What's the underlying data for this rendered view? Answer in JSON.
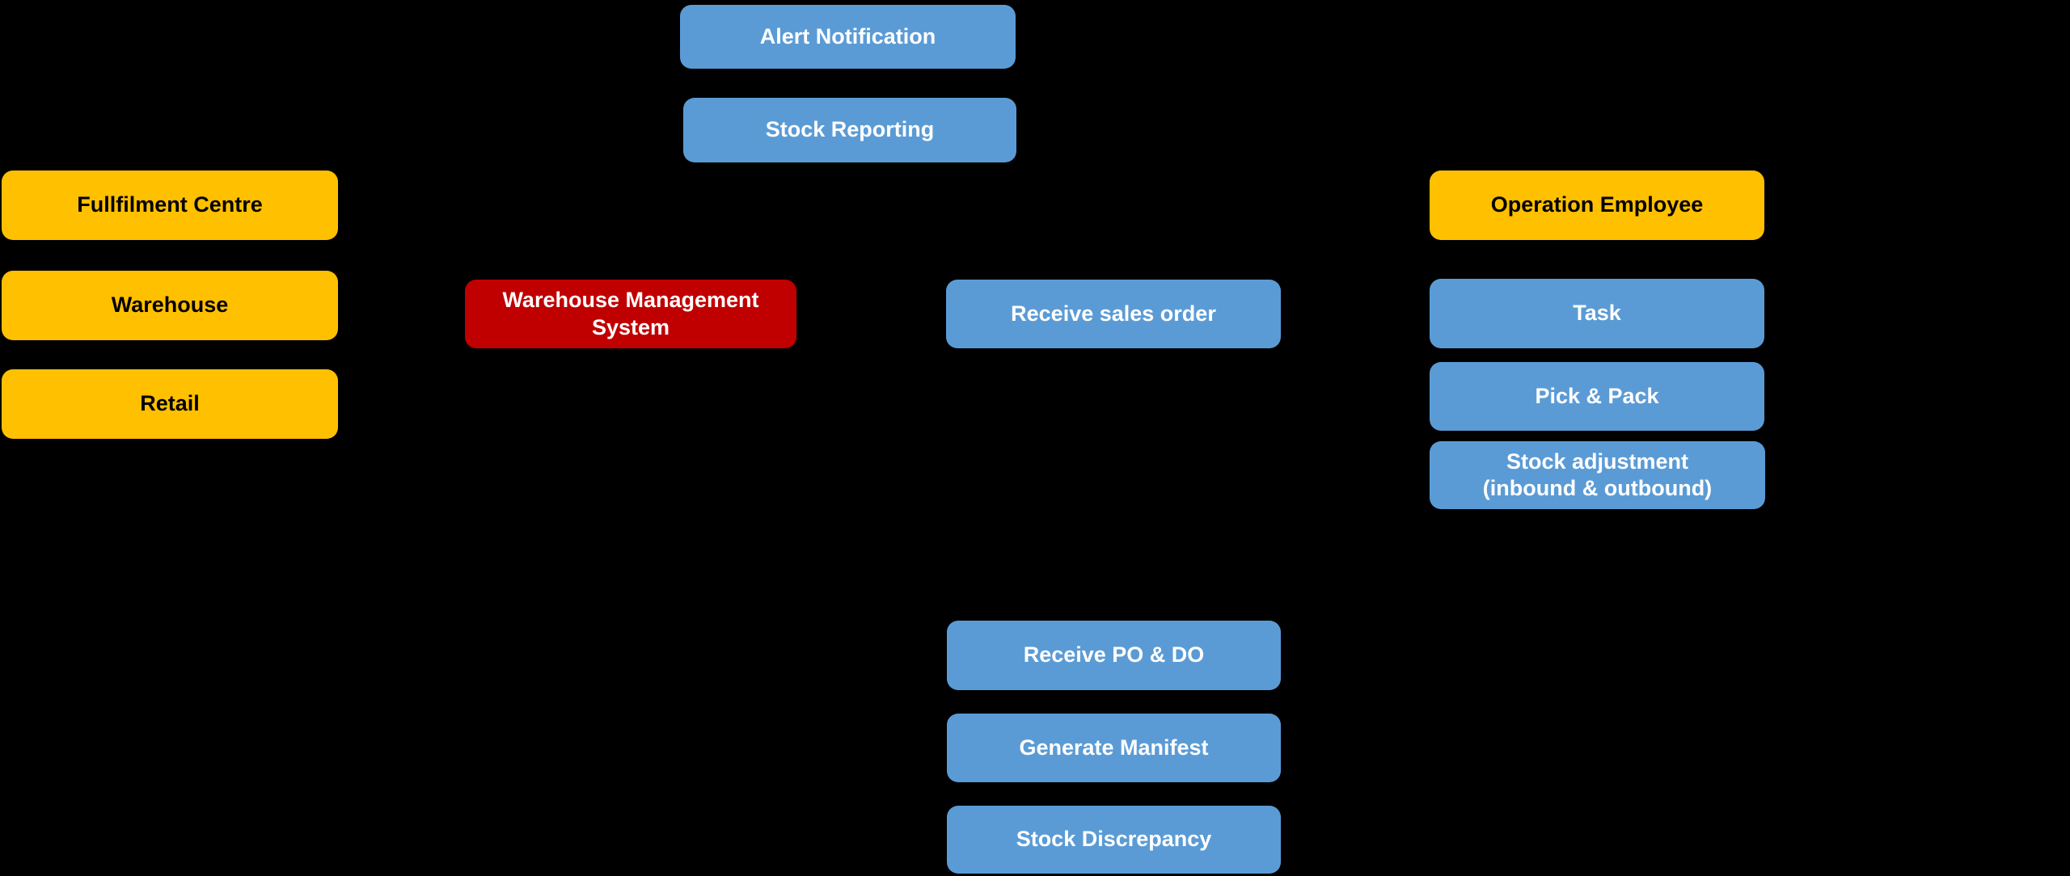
{
  "palette": {
    "background": "#000000",
    "process_blue": "#5B9BD5",
    "entity_yellow": "#FFC000",
    "system_red": "#C00000",
    "text_on_dark_fill": "#FFFFFF",
    "text_on_yellow_fill": "#000000"
  },
  "nodes": [
    {
      "id": "alert-notification",
      "label": "Alert Notification",
      "color": "blue"
    },
    {
      "id": "stock-reporting",
      "label": "Stock Reporting",
      "color": "blue"
    },
    {
      "id": "fullfilment-centre",
      "label": "Fullfilment Centre",
      "color": "yellow"
    },
    {
      "id": "warehouse",
      "label": "Warehouse",
      "color": "yellow"
    },
    {
      "id": "retail",
      "label": "Retail",
      "color": "yellow"
    },
    {
      "id": "warehouse-management-system",
      "label": "Warehouse Management\nSystem",
      "color": "red"
    },
    {
      "id": "receive-sales-order",
      "label": "Receive sales order",
      "color": "blue"
    },
    {
      "id": "operation-employee",
      "label": "Operation Employee",
      "color": "yellow"
    },
    {
      "id": "task",
      "label": "Task",
      "color": "blue"
    },
    {
      "id": "pick-and-pack",
      "label": "Pick & Pack",
      "color": "blue"
    },
    {
      "id": "stock-adjustment",
      "label": "Stock adjustment\n(inbound & outbound)",
      "color": "blue"
    },
    {
      "id": "receive-po-and-do",
      "label": "Receive PO & DO",
      "color": "blue"
    },
    {
      "id": "generate-manifest",
      "label": "Generate Manifest",
      "color": "blue"
    },
    {
      "id": "stock-discrepancy",
      "label": "Stock Discrepancy",
      "color": "blue"
    }
  ]
}
